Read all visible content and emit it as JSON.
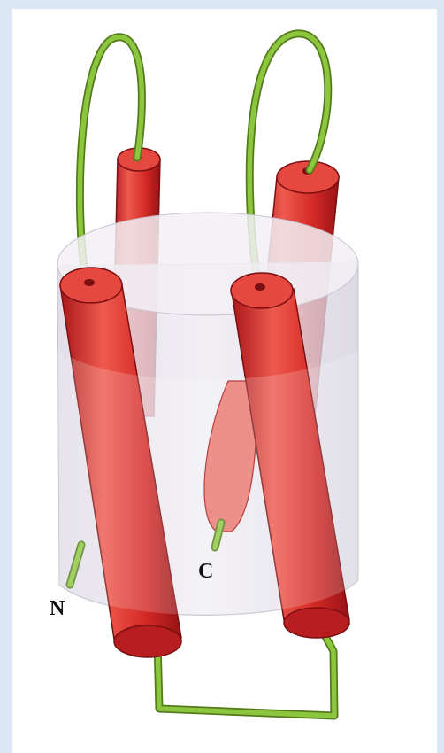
{
  "diagram": {
    "labels": {
      "n_terminus": "N",
      "c_terminus": "C"
    },
    "elements": {
      "helix_count": 4,
      "helix_color": "#d42a26",
      "helix_shade": "#a8161a",
      "helix_highlight": "#ee5a4e",
      "loop_color": "#8cc63f",
      "loop_outline": "#557a1c",
      "core_cylinder_color": "#e6e3ec",
      "frame_color": "#dbe7f4"
    }
  }
}
